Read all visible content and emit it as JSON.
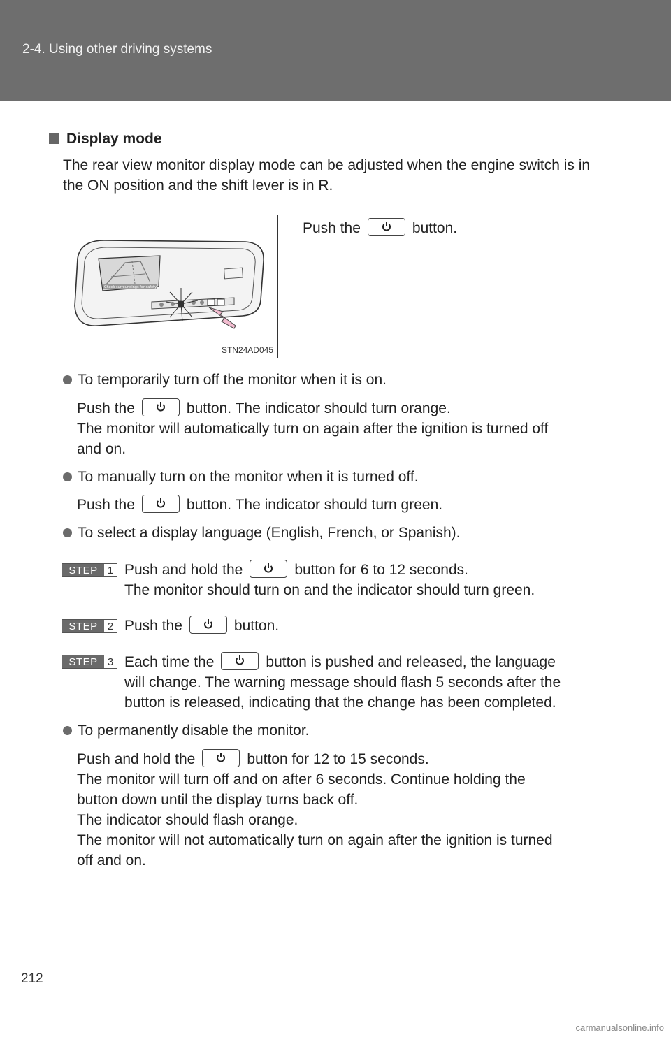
{
  "header": {
    "section": "2-4. Using other driving systems"
  },
  "section": {
    "title": "Display mode"
  },
  "intro": "The rear view monitor display mode can be adjusted when the engine switch is in the ON position and the shift lever is in R.",
  "figure": {
    "id": "STN24AD045",
    "screen_text": "Check surroundings for safety",
    "caption_pre": "Push the",
    "caption_post": "button."
  },
  "items": {
    "off": {
      "heading": "To temporarily turn off the monitor when it is on.",
      "pre": "Push the",
      "post": "button. The indicator should turn orange.",
      "line2": "The monitor will automatically turn on again after the ignition is turned off",
      "line3": "and on."
    },
    "on": {
      "heading": "To manually turn on the monitor when it is turned off.",
      "pre": "Push the",
      "post": "button. The indicator should turn green."
    },
    "language": {
      "heading": "To select a display language (English, French, or Spanish)."
    },
    "disable": {
      "heading": "To permanently disable the monitor.",
      "pre": "Push and hold the",
      "post": "button for 12 to 15 seconds.",
      "line2": "The monitor will turn off and on after 6 seconds. Continue holding the",
      "line3": "button down until the display turns back off.",
      "line4": "The indicator should flash orange.",
      "line5": "The monitor will not automatically turn on again after the ignition is turned",
      "line6": "off and on."
    }
  },
  "steps": [
    {
      "label": "STEP",
      "number": "1",
      "pre": "Push and hold the",
      "post": "button for 6 to 12 seconds.",
      "line2": "The monitor should turn on and the indicator should turn green."
    },
    {
      "label": "STEP",
      "number": "2",
      "pre": "Push the",
      "post": "button."
    },
    {
      "label": "STEP",
      "number": "3",
      "pre": "Each time the",
      "post": "button is pushed and released, the language",
      "line2": "will change. The warning message should flash 5 seconds after the",
      "line3": "button is released, indicating that the change has been completed."
    }
  ],
  "page_number": "212",
  "watermark": "carmanualsonline.info"
}
